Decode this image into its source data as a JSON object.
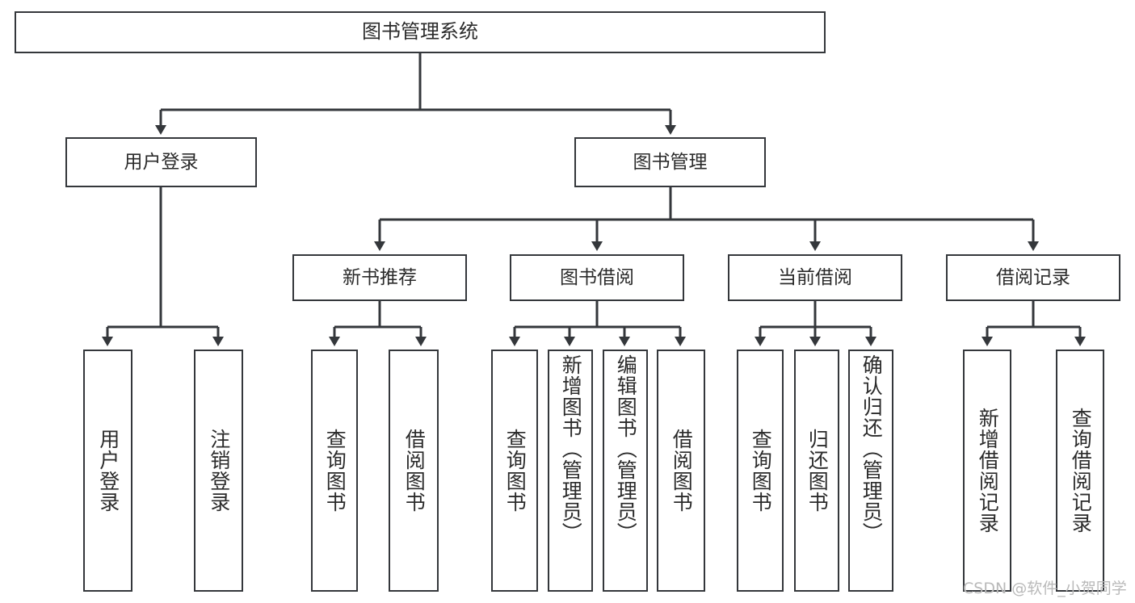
{
  "diagram": {
    "title": "图书管理系统",
    "type": "functional-structure-tree",
    "colors": {
      "box_border": "#34373b",
      "box_fill": "#ffffff",
      "connector": "#34373b",
      "text": "#2b2b2b",
      "watermark": "#b9b9b9",
      "background": "#ffffff"
    },
    "watermark": "CSDN @软件_小贺同学",
    "levels": {
      "root": {
        "label": "图书管理系统"
      },
      "level2": [
        {
          "id": "user-login",
          "label": "用户登录"
        },
        {
          "id": "book-management",
          "label": "图书管理"
        }
      ],
      "level3": [
        {
          "id": "new-book-recommend",
          "label": "新书推荐",
          "parent": "book-management"
        },
        {
          "id": "book-borrow",
          "label": "图书借阅",
          "parent": "book-management"
        },
        {
          "id": "current-borrow",
          "label": "当前借阅",
          "parent": "book-management"
        },
        {
          "id": "borrow-record",
          "label": "借阅记录",
          "parent": "book-management"
        }
      ],
      "leaves": [
        {
          "id": "leaf-user-login",
          "label": "用户登录",
          "parent": "user-login"
        },
        {
          "id": "leaf-logout",
          "label": "注销登录",
          "parent": "user-login"
        },
        {
          "id": "leaf-query-book-1",
          "label": "查询图书",
          "parent": "new-book-recommend"
        },
        {
          "id": "leaf-borrow-book-1",
          "label": "借阅图书",
          "parent": "new-book-recommend"
        },
        {
          "id": "leaf-query-book-2",
          "label": "查询图书",
          "parent": "book-borrow"
        },
        {
          "id": "leaf-add-book",
          "label": "新增图书（管理员）",
          "parent": "book-borrow"
        },
        {
          "id": "leaf-edit-book",
          "label": "编辑图书（管理员）",
          "parent": "book-borrow"
        },
        {
          "id": "leaf-borrow-book-2",
          "label": "借阅图书",
          "parent": "book-borrow"
        },
        {
          "id": "leaf-query-book-3",
          "label": "查询图书",
          "parent": "current-borrow"
        },
        {
          "id": "leaf-return-book",
          "label": "归还图书",
          "parent": "current-borrow"
        },
        {
          "id": "leaf-confirm-return",
          "label": "确认归还（管理员）",
          "parent": "current-borrow"
        },
        {
          "id": "leaf-add-record",
          "label": "新增借阅记录",
          "parent": "borrow-record"
        },
        {
          "id": "leaf-query-record",
          "label": "查询借阅记录",
          "parent": "borrow-record"
        }
      ]
    }
  }
}
